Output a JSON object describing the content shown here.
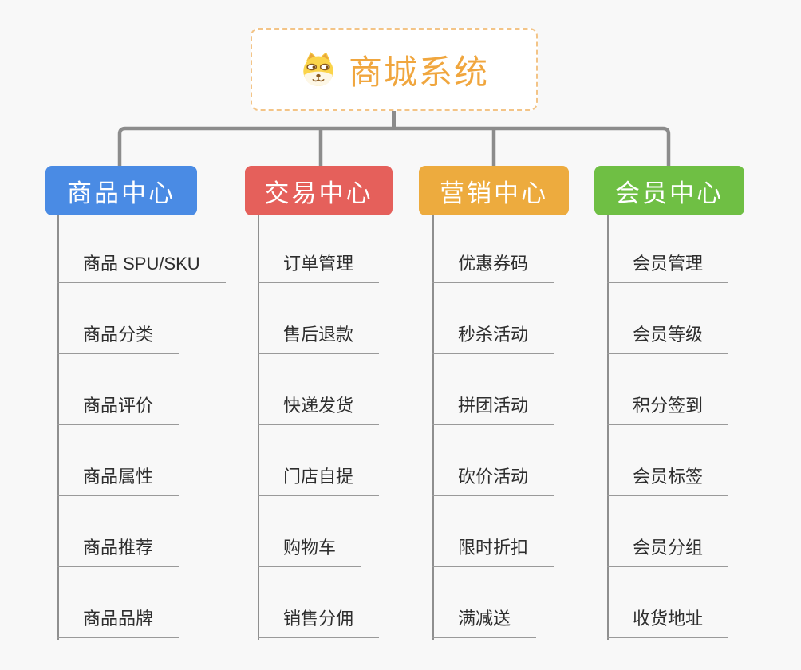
{
  "root": {
    "title": "商城系统",
    "icon": "doge-icon"
  },
  "branches": [
    {
      "label": "商品中心",
      "color": "#4a8be4",
      "items": [
        "商品 SPU/SKU",
        "商品分类",
        "商品评价",
        "商品属性",
        "商品推荐",
        "商品品牌"
      ]
    },
    {
      "label": "交易中心",
      "color": "#e5605b",
      "items": [
        "订单管理",
        "售后退款",
        "快递发货",
        "门店自提",
        "购物车",
        "销售分佣"
      ]
    },
    {
      "label": "营销中心",
      "color": "#edab3e",
      "items": [
        "优惠券码",
        "秒杀活动",
        "拼团活动",
        "砍价活动",
        "限时折扣",
        "满减送"
      ]
    },
    {
      "label": "会员中心",
      "color": "#6fbf44",
      "items": [
        "会员管理",
        "会员等级",
        "积分签到",
        "会员标签",
        "会员分组",
        "收货地址"
      ]
    }
  ],
  "colors": {
    "background": "#f8f8f8",
    "root_border": "#f3c487",
    "root_title": "#f0a63e",
    "connector": "#8c8c8c",
    "leaf_underline": "#9a9a9a",
    "leaf_text": "#2e2e2e"
  }
}
